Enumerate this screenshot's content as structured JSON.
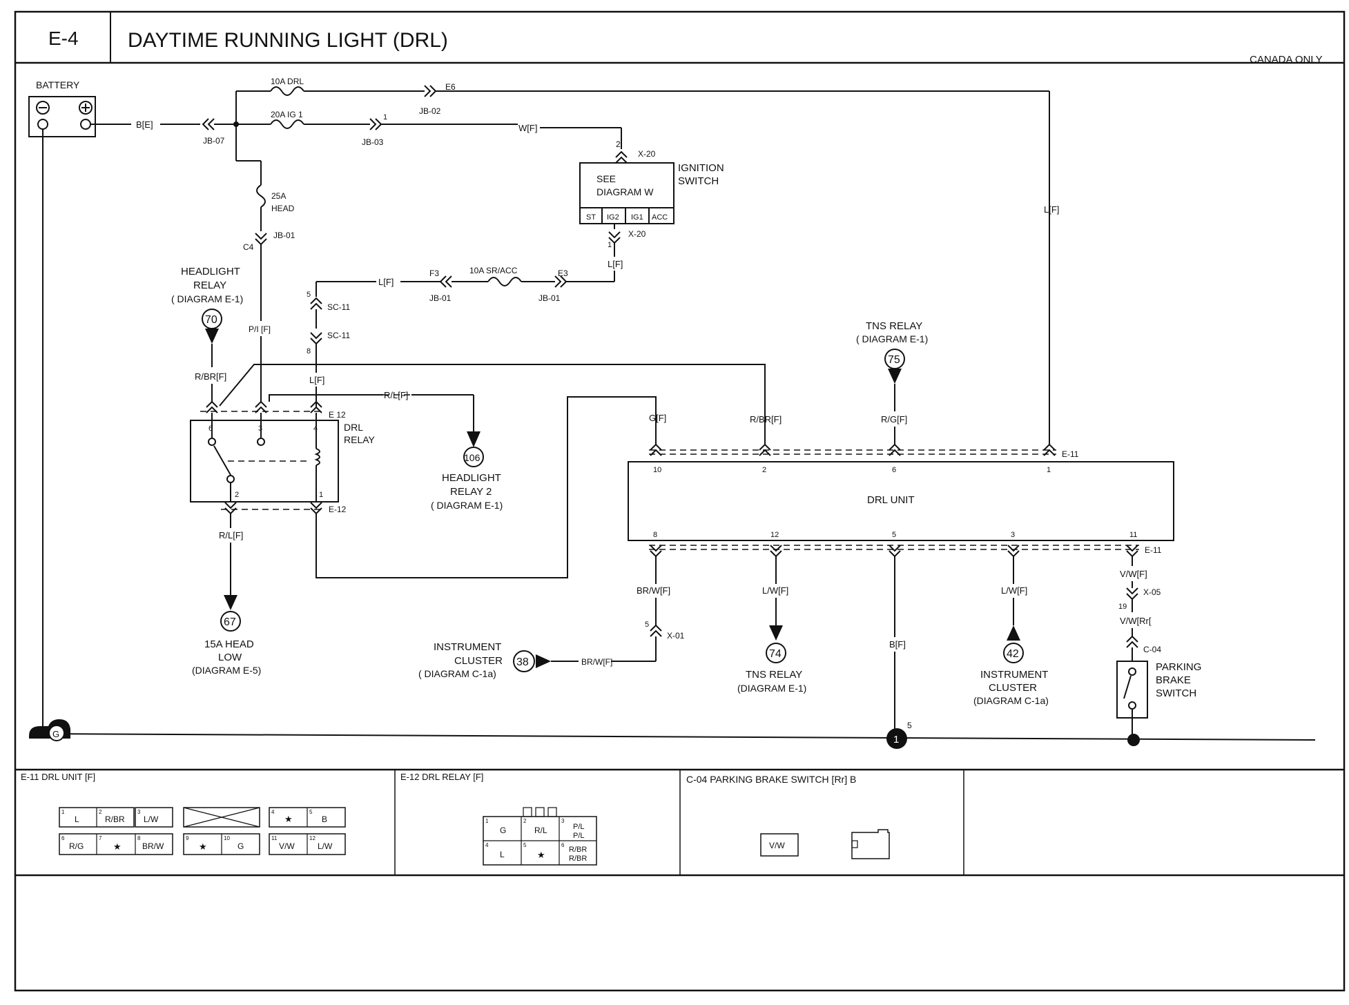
{
  "header": {
    "code": "E-4",
    "title": "DAYTIME RUNNING LIGHT (DRL)",
    "region_note": "CANADA ONLY"
  },
  "battery": {
    "label": "BATTERY",
    "wire": "B[E]",
    "ground": "G"
  },
  "fuses": {
    "drl": {
      "label": "10A DRL",
      "conn_out": "E6",
      "conn": "JB-02"
    },
    "ig1": {
      "label": "20A IG 1",
      "conn_in": "JB-07",
      "conn_out_pin": "1",
      "conn_out": "JB-03"
    },
    "head": {
      "rating": "25A",
      "name": "HEAD",
      "pin": "C4",
      "conn": "JB-01"
    },
    "sracc": {
      "label": "10A SR/ACC",
      "pin_left": "F3",
      "pin_right": "E3",
      "conn_left": "JB-01",
      "conn_right": "JB-01"
    }
  },
  "ignition": {
    "title1": "IGNITION",
    "title2": "SWITCH",
    "see1": "SEE",
    "see2": "DIAGRAM  W",
    "pins": [
      "ST",
      "IG2",
      "IG1",
      "ACC"
    ],
    "conn_top": "X-20",
    "conn_top_pin": "2",
    "wire_top": "W[F]",
    "conn_bot": "X-20",
    "conn_bot_pin": "1",
    "wire_bot": "L[F]"
  },
  "wires": {
    "l_f_top": "L[F]",
    "l_f_mid": "L[F]",
    "l_f_right": "L[F]",
    "pi_f": "P/I [F]",
    "rbr_f_left": "R/BR[F]",
    "rl_f_mid": "R/L[F]",
    "g_f": "G[F]",
    "rbr_f_right": "R/BR[F]",
    "rg_f": "R/G[F]",
    "rl_f_bottom": "R/L[F]",
    "brw_f": "BR/W[F]",
    "lw_f_1": "L/W[F]",
    "lw_f_2": "L/W[F]",
    "b_f": "B[F]",
    "vw_f": "V/W[F]",
    "vw_rr": "V/W[Rr[",
    "brw_f2": "BR/W[F]"
  },
  "sc": {
    "top": "SC-11",
    "bottom": "SC-11",
    "pin_top": "5",
    "pin_bottom": "8"
  },
  "headlight_relay": {
    "l1": "HEADLIGHT",
    "l2": "RELAY",
    "l3": "( DIAGRAM  E-1)",
    "ref": "70"
  },
  "drl_relay": {
    "l1": "DRL",
    "l2": "RELAY",
    "conn": "E 12",
    "conn2": "E-12",
    "pins": [
      "6",
      "3",
      "4",
      "2",
      "1"
    ]
  },
  "headlight_relay2": {
    "ref": "106",
    "l1": "HEADLIGHT",
    "l2": "RELAY 2",
    "l3": "( DIAGRAM  E-1)"
  },
  "tns_relay_top": {
    "l1": "TNS RELAY",
    "l2": "( DIAGRAM  E-1)",
    "ref": "75"
  },
  "drl_unit": {
    "label": "DRL UNIT",
    "conn_top": "E-11",
    "conn_bot": "E-11",
    "top_pins": [
      "10",
      "2",
      "6",
      "1"
    ],
    "bot_pins": [
      "8",
      "12",
      "5",
      "3",
      "11"
    ]
  },
  "head_low": {
    "ref": "67",
    "l1": "15A HEAD",
    "l2": "LOW",
    "l3": "(DIAGRAM  E-5)"
  },
  "instrument_left": {
    "l1": "INSTRUMENT",
    "l2": "CLUSTER",
    "l3": "( DIAGRAM  C-1a)",
    "ref": "38",
    "conn": "X-01",
    "conn_pin": "5"
  },
  "tns_relay_bottom": {
    "ref": "74",
    "l1": "TNS RELAY",
    "l2": "(DIAGRAM  E-1)"
  },
  "instrument_right": {
    "ref": "42",
    "l1": "INSTRUMENT",
    "l2": "CLUSTER",
    "l3": "(DIAGRAM C-1a)"
  },
  "parking_brake": {
    "l1": "PARKING",
    "l2": "BRAKE",
    "l3": "SWITCH",
    "conn": "C-04",
    "conn2": "X-05",
    "conn2_pin": "19"
  },
  "ground_point": {
    "ref": "1",
    "pin": "5"
  },
  "connectors": {
    "e11": {
      "title": "E-11 DRL UNIT [F]",
      "row1": [
        [
          "1",
          "L"
        ],
        [
          "2",
          "R/BR"
        ],
        [
          "3",
          "L/W"
        ],
        [
          "4",
          "★"
        ],
        [
          "5",
          "B"
        ]
      ],
      "row2": [
        [
          "6",
          "R/G"
        ],
        [
          "7",
          "★"
        ],
        [
          "8",
          "BR/W"
        ],
        [
          "9",
          "★"
        ],
        [
          "10",
          "G"
        ],
        [
          "11",
          "V/W"
        ],
        [
          "12",
          "L/W"
        ]
      ]
    },
    "e12": {
      "title": "E-12 DRL RELAY [F]",
      "cells": [
        [
          "1",
          "G"
        ],
        [
          "2",
          "R/L"
        ],
        [
          "3",
          "P/L\nP/L"
        ],
        [
          "4",
          "L"
        ],
        [
          "5",
          "★"
        ],
        [
          "6",
          "R/BR\nR/BR"
        ]
      ]
    },
    "c04": {
      "title": "C-04 PARKING BRAKE SWITCH [Rr] B",
      "cell": "V/W"
    }
  }
}
